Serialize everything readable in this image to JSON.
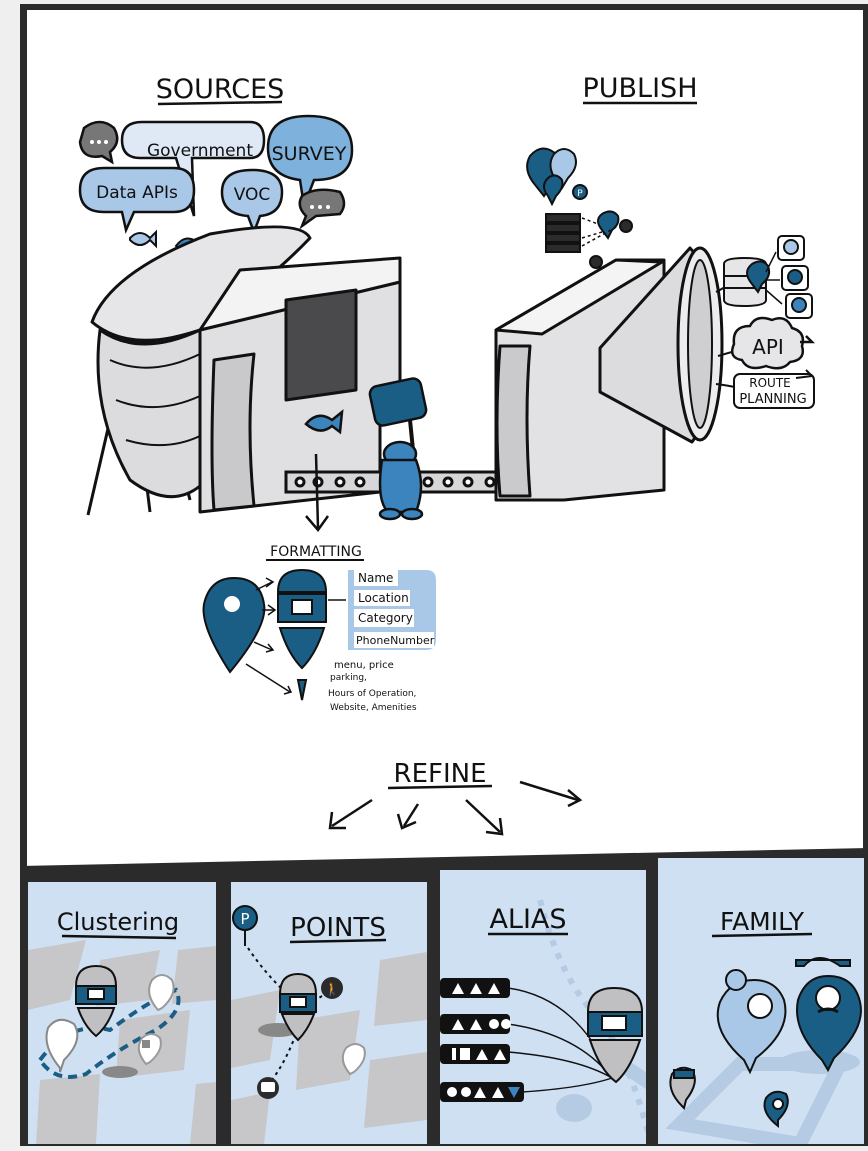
{
  "headings": {
    "sources": "SOURCES",
    "publish": "PUBLISH",
    "formatting": "FORMATTING",
    "refine": "REFINE"
  },
  "bubbles": {
    "government": "Government",
    "survey": "SURVEY",
    "data_apis": "Data APIs",
    "voc": "VOC"
  },
  "formatting_fields": [
    "Name",
    "Location",
    "Category",
    "PhoneNumber"
  ],
  "formatting_extras": [
    "menu, price",
    "parking,",
    "Hours of Operation,",
    "Website, Amenities"
  ],
  "outputs": {
    "api": "API",
    "route_line1": "ROUTE",
    "route_line2": "PLANNING"
  },
  "panels": {
    "clustering": "Clustering",
    "points": "POINTS",
    "alias": "ALIAS",
    "family": "FAMILY"
  },
  "colors": {
    "pin_dark": "#1a5e85",
    "pin_light": "#a9c8e8",
    "panel_bg": "#cfe0f3",
    "machine_gray": "#d5d5d7",
    "frame": "#2b2b2b"
  },
  "icons": [
    "chat-bubble-icon",
    "fish-icon",
    "parking-icon",
    "pedestrian-icon",
    "bus-icon",
    "server-icon",
    "map-pin-icon",
    "hammer-icon"
  ]
}
